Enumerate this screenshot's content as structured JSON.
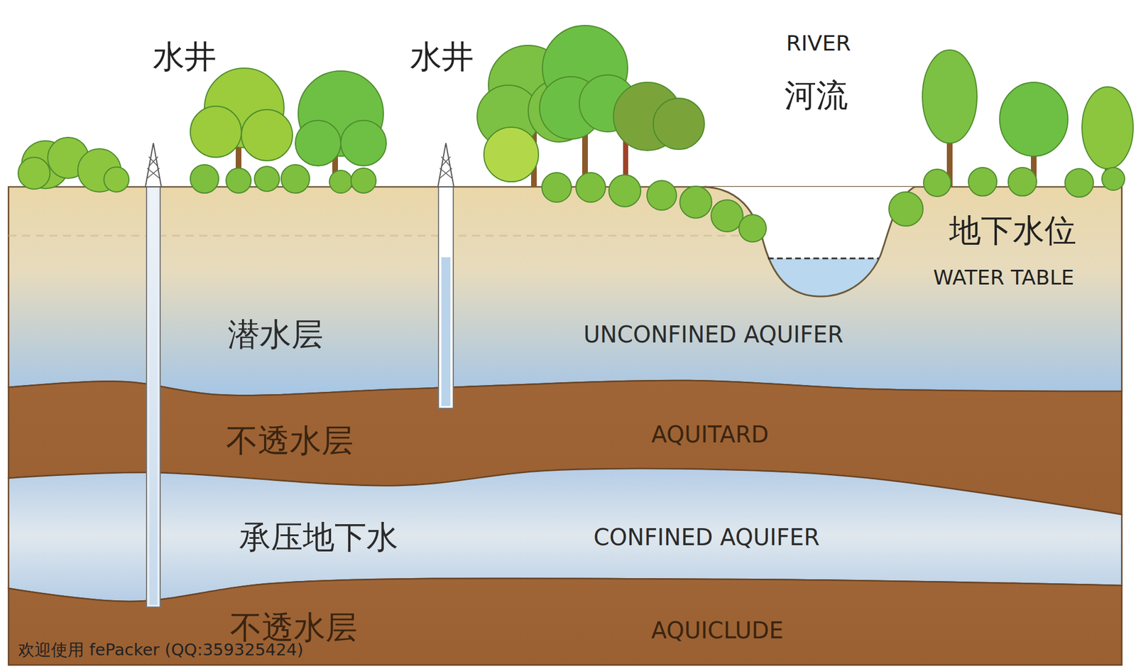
{
  "diagram": {
    "nodes": [
      {
        "text": [
          "潜水层",
          "UNCONFINED AQUIFER"
        ]
      },
      {
        "text": [
          "不透水层",
          "AQUITARD"
        ]
      },
      {
        "text": [
          "承压地下水",
          "CONFINED AQUIFER"
        ]
      },
      {
        "text": [
          "不透水层",
          "AQUICLUDE"
        ]
      }
    ],
    "labels": [
      "水井",
      "水井",
      "RIVER",
      "河流",
      "地下水位",
      "WATER TABLE",
      "欢迎使用 fePacker (QQ:359325424)"
    ]
  }
}
